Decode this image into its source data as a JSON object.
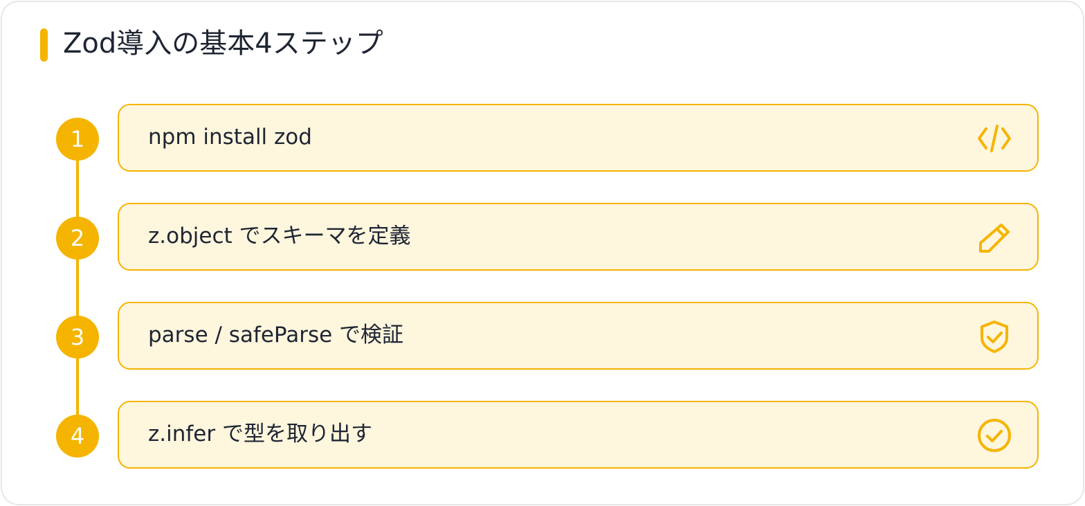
{
  "title": "Zod導入の基本4ステップ",
  "accent_color": "#f5b400",
  "steps": [
    {
      "number": "1",
      "label": "npm install zod",
      "icon": "code-icon"
    },
    {
      "number": "2",
      "label": "z.object でスキーマを定義",
      "icon": "pencil-icon"
    },
    {
      "number": "3",
      "label": "parse / safeParse で検証",
      "icon": "shield-check-icon"
    },
    {
      "number": "4",
      "label": "z.infer で型を取り出す",
      "icon": "check-circle-icon"
    }
  ]
}
